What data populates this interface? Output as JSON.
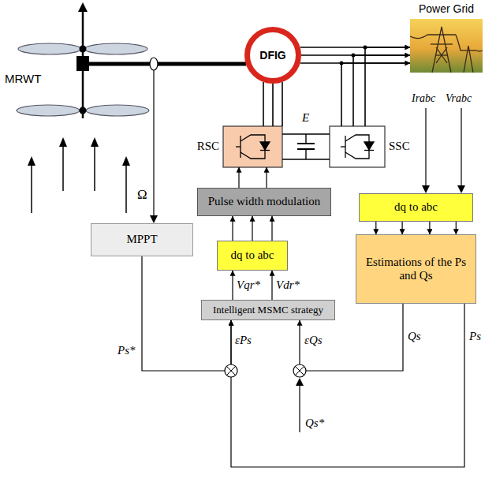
{
  "diagram": {
    "nodes": [
      {
        "text": [
          "DFIG"
        ]
      },
      {
        "text": [
          "Power Grid"
        ]
      },
      {
        "text": [
          "RSC"
        ]
      },
      {
        "text": [
          "SSC"
        ]
      },
      {
        "text": [
          "Pulse width modulation"
        ]
      },
      {
        "text": [
          "MPPT"
        ]
      },
      {
        "text": [
          "dq to abc"
        ]
      },
      {
        "text": [
          "dq to abc"
        ]
      },
      {
        "text": [
          "Estimations of the Ps and Qs"
        ]
      },
      {
        "text": [
          "Intelligent MSMC strategy"
        ]
      }
    ],
    "edges": [
      {
        "from": 0,
        "to": 1,
        "arrow": "to"
      },
      {
        "from": 0,
        "to": 2,
        "arrow": "none"
      },
      {
        "from": 2,
        "to": 3,
        "arrow": "none"
      },
      {
        "from": 3,
        "to": 1,
        "arrow": "none"
      },
      {
        "from": 4,
        "to": 2,
        "arrow": "to"
      },
      {
        "from": 6,
        "to": 4,
        "arrow": "to"
      },
      {
        "from": 9,
        "to": 6,
        "label": "Vqr*",
        "arrow": "to"
      },
      {
        "from": 9,
        "to": 6,
        "label": "Vdr*",
        "arrow": "to"
      },
      {
        "from": 7,
        "to": 8,
        "arrow": "to"
      },
      {
        "from": 5,
        "to": 9,
        "label": "Ps*",
        "arrow": "to"
      },
      {
        "from": 8,
        "to": 9,
        "label": "Qs",
        "arrow": "to"
      },
      {
        "from": 8,
        "to": 9,
        "label": "Ps",
        "arrow": "to"
      }
    ],
    "labels": [
      "MRWT",
      "Ω",
      "E",
      "Irabc",
      "Vrabc",
      "εPs",
      "εQs",
      "Qs*"
    ]
  }
}
